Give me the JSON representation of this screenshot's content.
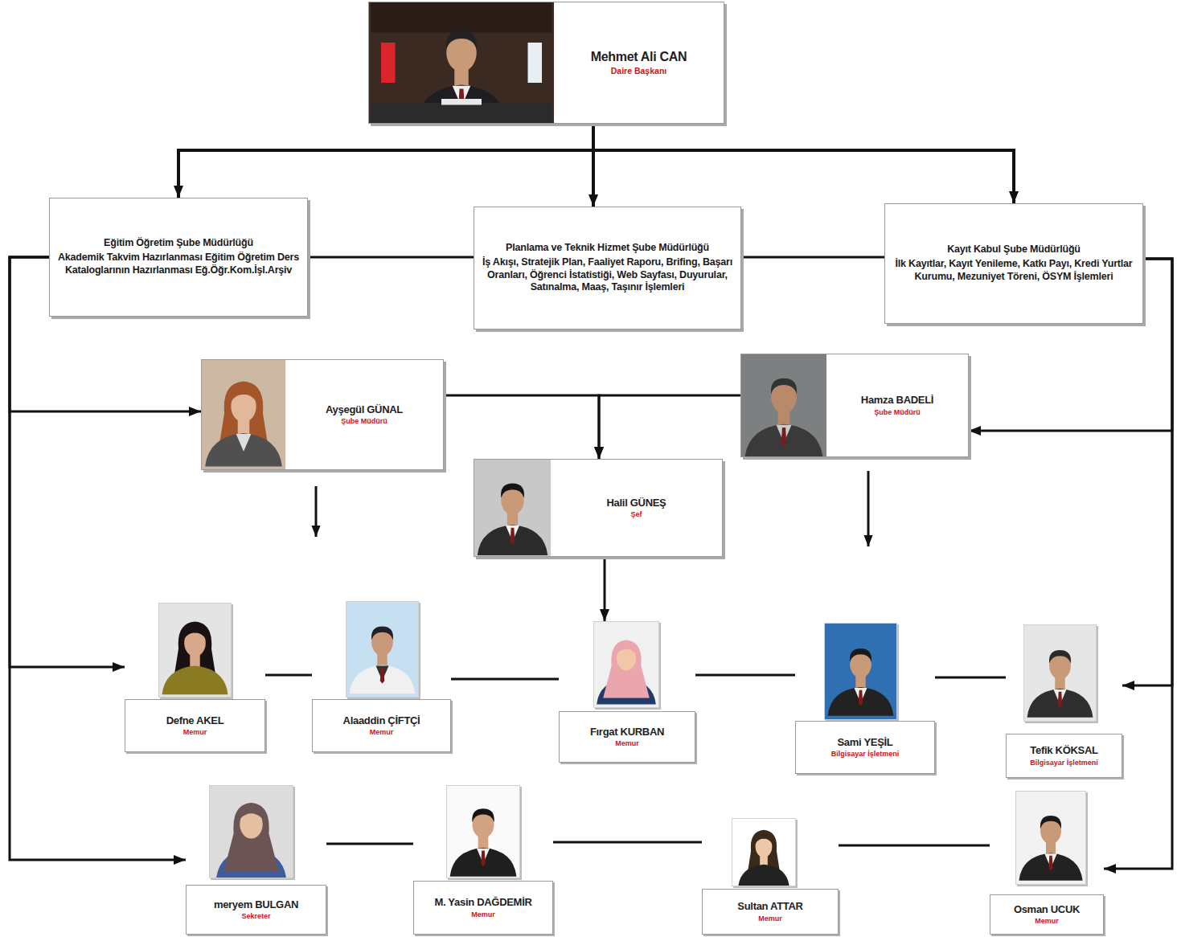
{
  "diagram": {
    "nodes": [
      {
        "text": [
          "Mehmet Ali CAN",
          "Daire Başkanı"
        ]
      },
      {
        "text": [
          "Eğitim Öğretim Şube Müdürlüğü",
          "Akademik Takvim Hazırlanması Eğitim Öğretim Ders Kataloglarının Hazırlanması Eğ.Öğr.Kom.İşl.Arşiv"
        ]
      },
      {
        "text": [
          "Planlama ve Teknik Hizmet Şube Müdürlüğü",
          "İş Akışı, Stratejik Plan, Faaliyet Raporu, Brifing, Başarı Oranları, Öğrenci İstatistiği, Web Sayfası, Duyurular, Satınalma, Maaş, Taşınır İşlemleri"
        ]
      },
      {
        "text": [
          "Kayıt Kabul Şube Müdürlüğü",
          "İlk Kayıtlar, Kayıt Yenileme, Katkı Payı, Kredi Yurtlar Kurumu, Mezuniyet Töreni, ÖSYM İşlemleri"
        ]
      },
      {
        "text": [
          "Ayşegül GÜNAL",
          "Şube Müdürü"
        ]
      },
      {
        "text": [
          "Hamza BADELİ",
          "Şube Müdürü"
        ]
      },
      {
        "text": [
          "Halil GÜNEŞ",
          "Şef"
        ]
      },
      {
        "text": [
          "Defne AKEL",
          "Memur"
        ]
      },
      {
        "text": [
          "Alaaddin ÇİFTÇİ",
          "Memur"
        ]
      },
      {
        "text": [
          "Fırgat KURBAN",
          "Memur"
        ]
      },
      {
        "text": [
          "Sami YEŞİL",
          "Bilgisayar İşletmeni"
        ]
      },
      {
        "text": [
          "Tefik KÖKSAL",
          "Bilgisayar İşletmeni"
        ]
      },
      {
        "text": [
          "meryem BULGAN",
          "Sekreter"
        ]
      },
      {
        "text": [
          "M. Yasin DAĞDEMİR",
          "Memur"
        ]
      },
      {
        "text": [
          "Sultan ATTAR",
          "Memur"
        ]
      },
      {
        "text": [
          "Osman UCUK",
          "Memur"
        ]
      }
    ],
    "edges": [
      {
        "from": 0,
        "to": 1,
        "arrow": "to"
      },
      {
        "from": 0,
        "to": 2,
        "arrow": "to"
      },
      {
        "from": 0,
        "to": 3,
        "arrow": "to"
      },
      {
        "from": 1,
        "to": 2,
        "arrow": "none"
      },
      {
        "from": 2,
        "to": 3,
        "arrow": "none"
      },
      {
        "from": 1,
        "to": 4,
        "arrow": "to"
      },
      {
        "from": 1,
        "to": 7,
        "arrow": "to"
      },
      {
        "from": 1,
        "to": 12,
        "arrow": "to"
      },
      {
        "from": 3,
        "to": 5,
        "arrow": "to"
      },
      {
        "from": 3,
        "to": 11,
        "arrow": "to"
      },
      {
        "from": 3,
        "to": 15,
        "arrow": "to"
      },
      {
        "from": 4,
        "to": 6,
        "arrow": "to"
      },
      {
        "from": 5,
        "to": 6,
        "arrow": "to"
      },
      {
        "from": 6,
        "to": 9,
        "arrow": "to"
      },
      {
        "from": 7,
        "to": 8,
        "arrow": "none"
      },
      {
        "from": 8,
        "to": 9,
        "arrow": "none"
      },
      {
        "from": 9,
        "to": 10,
        "arrow": "none"
      },
      {
        "from": 10,
        "to": 11,
        "arrow": "none"
      },
      {
        "from": 12,
        "to": 13,
        "arrow": "none"
      },
      {
        "from": 13,
        "to": 14,
        "arrow": "none"
      },
      {
        "from": 14,
        "to": 15,
        "arrow": "none"
      }
    ]
  }
}
